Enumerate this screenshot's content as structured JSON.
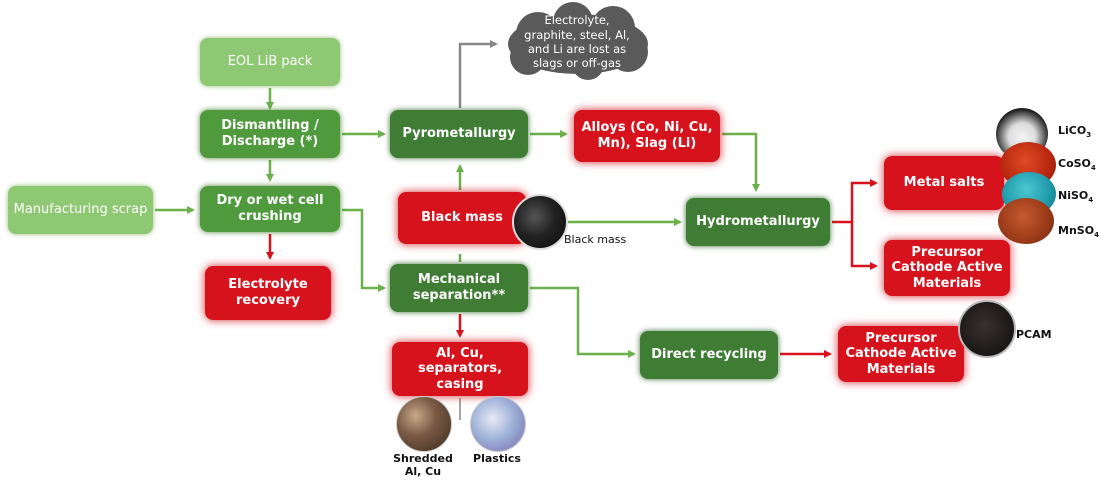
{
  "nodes": {
    "eol_pack": "EOL LiB pack",
    "dismantling": "Dismantling / Discharge (*)",
    "manufacturing_scrap": "Manufacturing scrap",
    "crushing": "Dry or wet cell crushing",
    "electrolyte_recovery": "Electrolyte recovery",
    "pyrometallurgy": "Pyrometallurgy",
    "cloud": "Electrolyte, graphite, steel, Al, and Li are lost as slags or off-gas",
    "alloys": "Alloys (Co, Ni, Cu, Mn), Slag (Li)",
    "black_mass": "Black mass",
    "hydrometallurgy": "Hydrometallurgy",
    "mechanical_separation": "Mechanical separation**",
    "separators": "Al, Cu, separators, casing",
    "direct_recycling": "Direct recycling",
    "metal_salts": "Metal salts",
    "pcam_top": "Precursor Cathode Active Materials",
    "pcam_bottom": "Precursor Cathode Active Materials"
  },
  "labels": {
    "black_mass_image": "Black mass",
    "shredded": "Shredded Al, Cu",
    "plastics": "Plastics",
    "pcam": "PCAM",
    "salts": [
      {
        "base": "LiCO",
        "sub": "3"
      },
      {
        "base": "CoSO",
        "sub": "4"
      },
      {
        "base": "NiSO",
        "sub": "4"
      },
      {
        "base": "MnSO",
        "sub": "4"
      }
    ]
  },
  "colors": {
    "green_arrow": "#6cb04a",
    "red_arrow": "#d6131d",
    "gray_arrow": "#888888",
    "light_green": "#8fc873",
    "mid_green": "#4e9a3c",
    "dark_green": "#3f7d34",
    "red": "#d6131d",
    "cloud": "#5a5a5a"
  }
}
